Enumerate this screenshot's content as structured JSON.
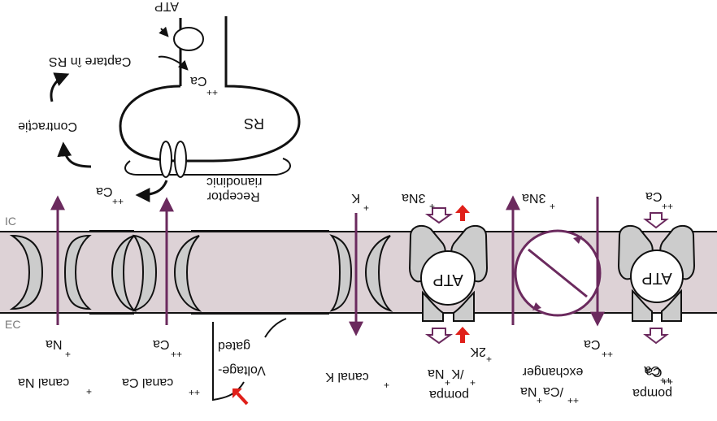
{
  "labels": {
    "ic": "IC",
    "ec": "EC",
    "atp_top": "ATP",
    "captare": "Captare în RS",
    "contractie": "Contracție",
    "rs": "RS",
    "ca_rs": "Ca",
    "ca_rs_sup": "++",
    "ca_ryr": "Ca",
    "ca_ryr_sup": "++",
    "receptor_l1": "Receptor",
    "receptor_l2": "rianodinic",
    "k_in": "K",
    "k_in_sup": "+",
    "na3_in": "3Na",
    "na3_in_sup": "+",
    "na3_exch_in": "3Na",
    "na3_exch_in_sup": "+",
    "ca_pump_in": "Ca",
    "ca_pump_in_sup": "++",
    "na_ec": "Na",
    "na_ec_sup": "+",
    "ca_ec": "Ca",
    "ca_ec_sup": "++",
    "voltage_l1": "Voltage-",
    "voltage_l2": "gated",
    "k2_ec": "2K",
    "k2_ec_sup": "+",
    "ca_exch_ec": "Ca",
    "ca_exch_ec_sup": "++",
    "ca_pump_ec": "Ca",
    "ca_pump_ec_sup": "++",
    "atp_pump1": "ATP",
    "atp_pump2": "ATP"
  },
  "captions": {
    "canal_na": "canal Na",
    "canal_na_sup": "+",
    "canal_ca": "canal Ca",
    "canal_ca_sup": "++",
    "canal_k": "canal K",
    "canal_k_sup": "+",
    "nak_l1": "Na",
    "nak_l1_sup1": "+",
    "nak_l1_mid": "/K",
    "nak_l1_sup2": "+",
    "nak_l2": "pompa",
    "exch_l1": "exchanger",
    "exch_l2": "Na",
    "exch_l2_sup1": "+",
    "exch_l2_mid": "/Ca",
    "exch_l2_sup2": "++",
    "capump_l1": "Ca",
    "capump_l1_sup": "++",
    "capump_l2": "pompa"
  },
  "colors": {
    "membrane": "#ddd2d6",
    "protein": "#cccccc",
    "arrow_purple": "#6b2a5e",
    "arrow_red": "#e0201a",
    "line": "#111111"
  }
}
